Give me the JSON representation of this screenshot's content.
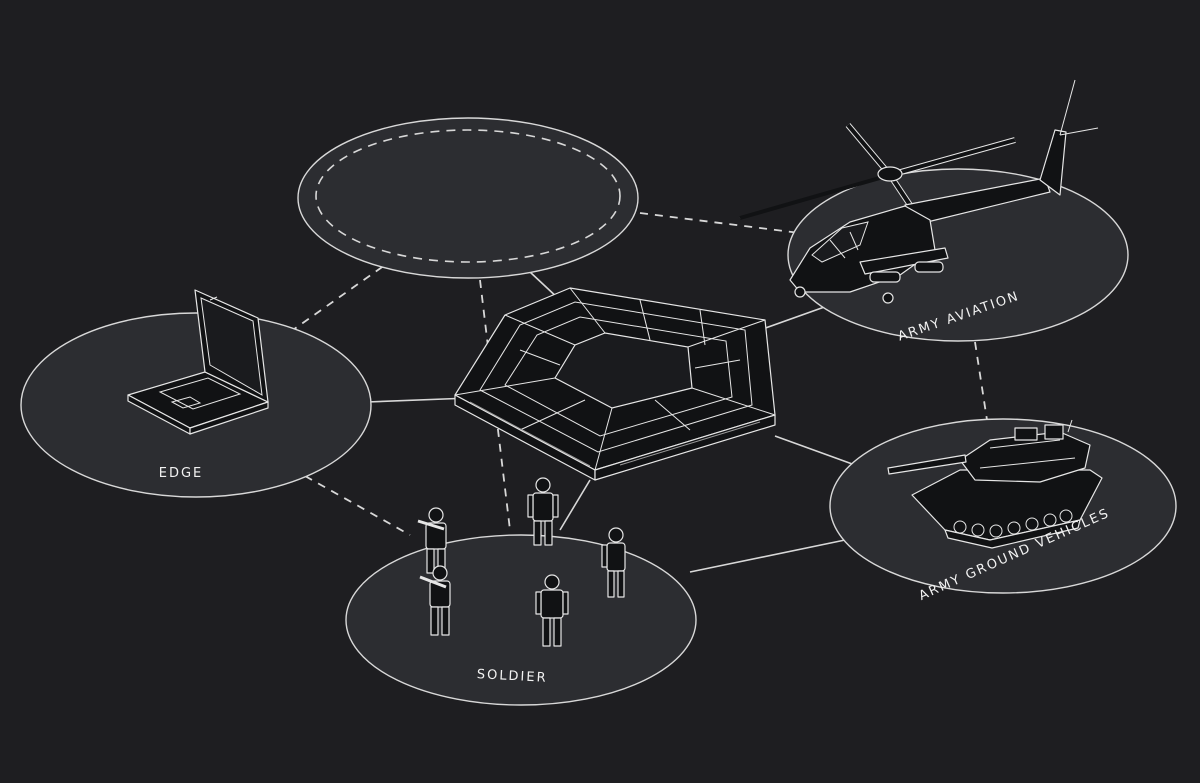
{
  "nodes": {
    "edge": {
      "label": "EDGE",
      "icon": "laptop-icon"
    },
    "aviation": {
      "label": "ARMY AVIATION",
      "icon": "helicopter-icon"
    },
    "ground": {
      "label": "ARMY GROUND VEHICLES",
      "icon": "tank-icon"
    },
    "soldier": {
      "label": "SOLDIER",
      "icon": "soldiers-icon"
    },
    "empty": {
      "label": ""
    },
    "hub": {
      "icon": "pentagon-building-icon"
    }
  },
  "colors": {
    "background": "#1e1e21",
    "disc": "#2c2d31",
    "line": "#d8d8d8"
  }
}
